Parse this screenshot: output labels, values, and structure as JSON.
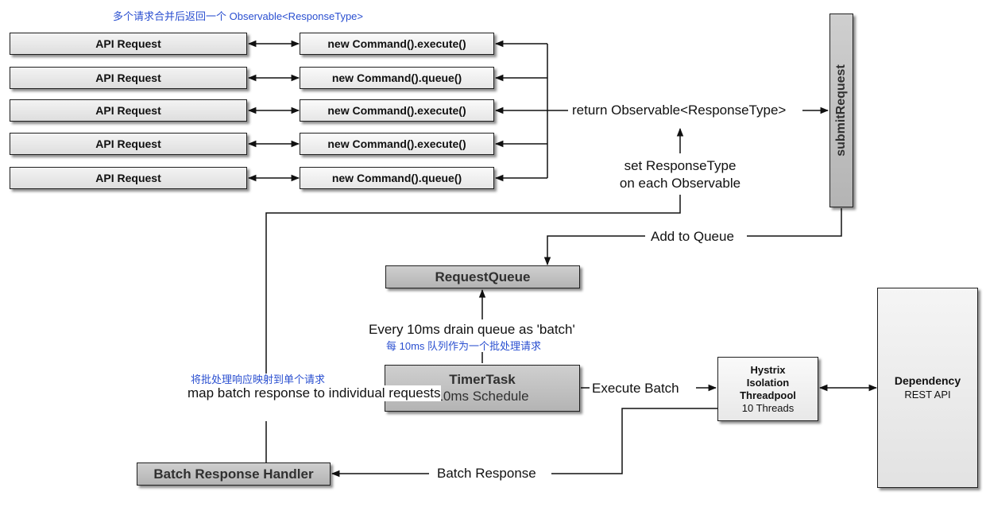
{
  "annotations": {
    "top": "多个请求合并后返回一个 Observable<ResponseType>",
    "queue": "每 10ms 队列作为一个批处理请求",
    "handler": "将批处理响应映射到单个请求"
  },
  "requests": [
    {
      "api": "API Request",
      "command": "new Command().execute()"
    },
    {
      "api": "API Request",
      "command": "new Command().queue()"
    },
    {
      "api": "API Request",
      "command": "new Command().execute()"
    },
    {
      "api": "API Request",
      "command": "new Command().execute()"
    },
    {
      "api": "API Request",
      "command": "new Command().queue()"
    }
  ],
  "labels": {
    "return": "return Observable<ResponseType>",
    "set_type_1": "set ResponseType",
    "set_type_2": "on each Observable",
    "add_queue": "Add to Queue",
    "drain": "Every 10ms drain queue as 'batch'",
    "map_1": "map batch response",
    "map_2": "to individual requests",
    "execute_batch": "Execute Batch",
    "batch_response": "Batch Response"
  },
  "boxes": {
    "submit": "submitRequest",
    "queue": "RequestQueue",
    "timer_title": "TimerTask",
    "timer_sub": "10ms Schedule",
    "hystrix_1": "Hystrix",
    "hystrix_2": "Isolation",
    "hystrix_3": "Threadpool",
    "hystrix_4": "10 Threads",
    "dependency_1": "Dependency",
    "dependency_2": "REST API",
    "handler": "Batch Response Handler"
  }
}
